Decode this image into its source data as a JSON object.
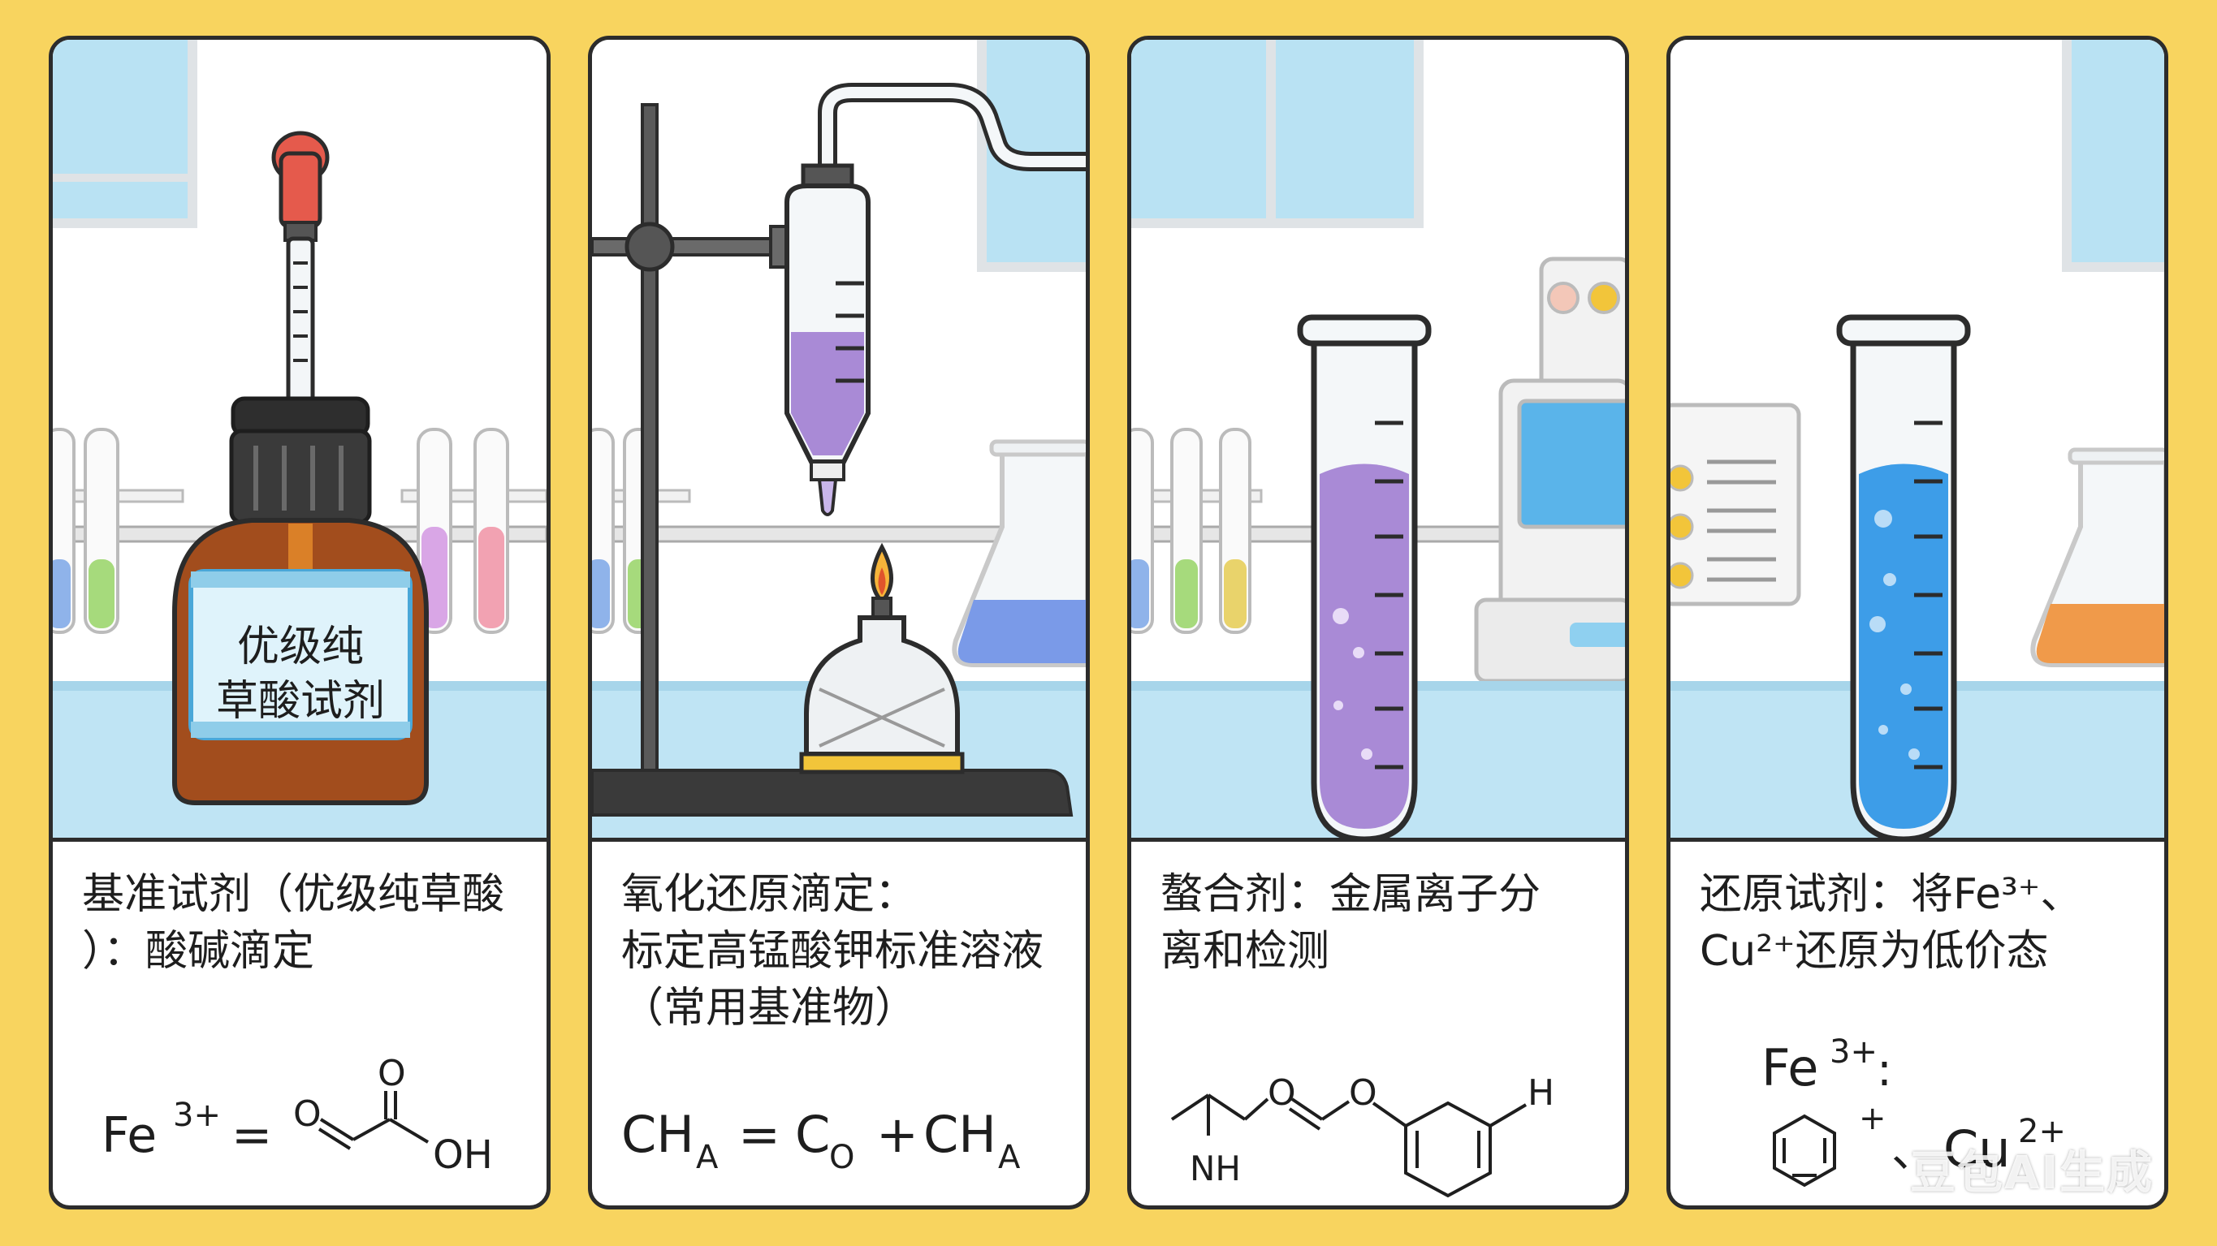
{
  "panels": [
    {
      "bottle_label_line1": "优级纯",
      "bottle_label_line2": "草酸试剂",
      "caption": "基准试剂（优级纯草酸\n）：酸碱滴定",
      "formula": {
        "left": "Fe",
        "left_sup": "3+",
        "equals": "=",
        "o_top": "O",
        "o_left": "O",
        "oh": "OH"
      }
    },
    {
      "caption": "氧化还原滴定：\n标定高锰酸钾标准溶液\n（常用基准物）",
      "formula": {
        "t1": "CH",
        "s1": "A",
        "eq": "=",
        "t2": "C",
        "s2": "O",
        "plus": "+",
        "t3": "CH",
        "s3": "A"
      }
    },
    {
      "caption": "螯合剂：金属离子分\n离和检测",
      "formula": {
        "o1": "O",
        "o2": "O",
        "nh": "NH",
        "h": "H"
      }
    },
    {
      "caption": "还原试剂：将Fe³⁺、\nCu²⁺还原为低价态",
      "formula": {
        "fe": "Fe",
        "fe_sup": "3+",
        "colon": ":",
        "plus": "+",
        "sep": "、",
        "cu": "Cu",
        "cu_sup": "2+"
      }
    }
  ],
  "watermark": "豆包AI生成",
  "colors": {
    "background": "#f8d45f",
    "bench": "#bfe4f4",
    "bottle": "#a24d1d",
    "purple_liquid": "#a98ad6",
    "blue_liquid": "#3d9de8",
    "orange_liquid": "#f09a4a",
    "dropper_bulb": "#e55a4c"
  }
}
